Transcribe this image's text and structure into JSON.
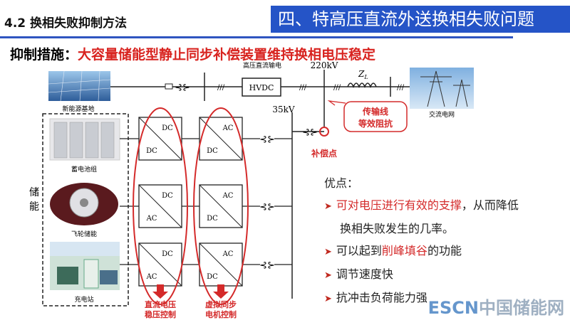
{
  "header": {
    "section": "4.2 换相失败抑制方法",
    "banner": "四、特高压直流外送换相失败问题"
  },
  "subtitle": {
    "label": "抑制措施：",
    "text": "大容量储能型静止同步补偿装置维持换相电压稳定"
  },
  "diagram": {
    "renewable_base": "新能源基地",
    "hvdc_label": "高压直流输电",
    "hvdc_box": "HVDC",
    "bus_220": "220kV",
    "impedance": "Z",
    "impedance_sub": "L",
    "ac_grid": "交流电网",
    "bus_35": "35kV",
    "callout_line1": "传输线",
    "callout_line2": "等效阻抗",
    "comp_point": "补偿点",
    "storage_label_1": "储",
    "storage_label_2": "能",
    "battery": "蓄电池组",
    "flywheel": "飞轮储能",
    "charging": "充电站",
    "dc": "DC",
    "ac": "AC",
    "col1_l1": "直流电压",
    "col1_l2": "稳压控制",
    "col2_l1": "虚拟同步",
    "col2_l2": "电机控制"
  },
  "advantages": {
    "title": "优点：",
    "item1_red": "可对电压进行有效的支撑",
    "item1_rest": "，从而降低",
    "item1_line2": "换相失败发生的几率。",
    "item2_a": "可以起到",
    "item2_red": "削峰填谷",
    "item2_b": "的功能",
    "item3": "调节速度快",
    "item4": "抗冲击负荷能力强"
  },
  "watermark": {
    "latin": "ESCN",
    "cn": "中国储能网"
  }
}
